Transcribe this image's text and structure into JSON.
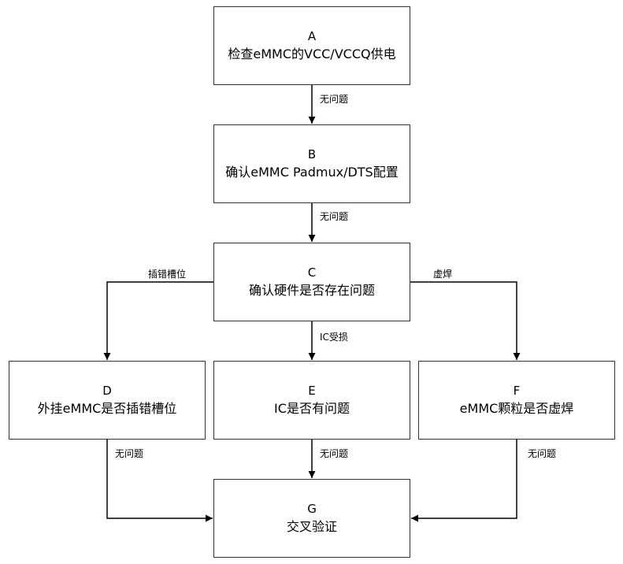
{
  "nodes": {
    "A": {
      "id": "A",
      "text": "检查eMMC的VCC/VCCQ供电"
    },
    "B": {
      "id": "B",
      "text": "确认eMMC Padmux/DTS配置"
    },
    "C": {
      "id": "C",
      "text": "确认硬件是否存在问题"
    },
    "D": {
      "id": "D",
      "text": "外挂eMMC是否插错槽位"
    },
    "E": {
      "id": "E",
      "text": "IC是否有问题"
    },
    "F": {
      "id": "F",
      "text": "eMMC颗粒是否虚焊"
    },
    "G": {
      "id": "G",
      "text": "交叉验证"
    }
  },
  "edges": {
    "ab": "无问题",
    "bc": "无问题",
    "cd": "插错槽位",
    "ce": "IC受损",
    "cf": "虚焊",
    "dg": "无问题",
    "eg": "无问题",
    "fg": "无问题"
  }
}
